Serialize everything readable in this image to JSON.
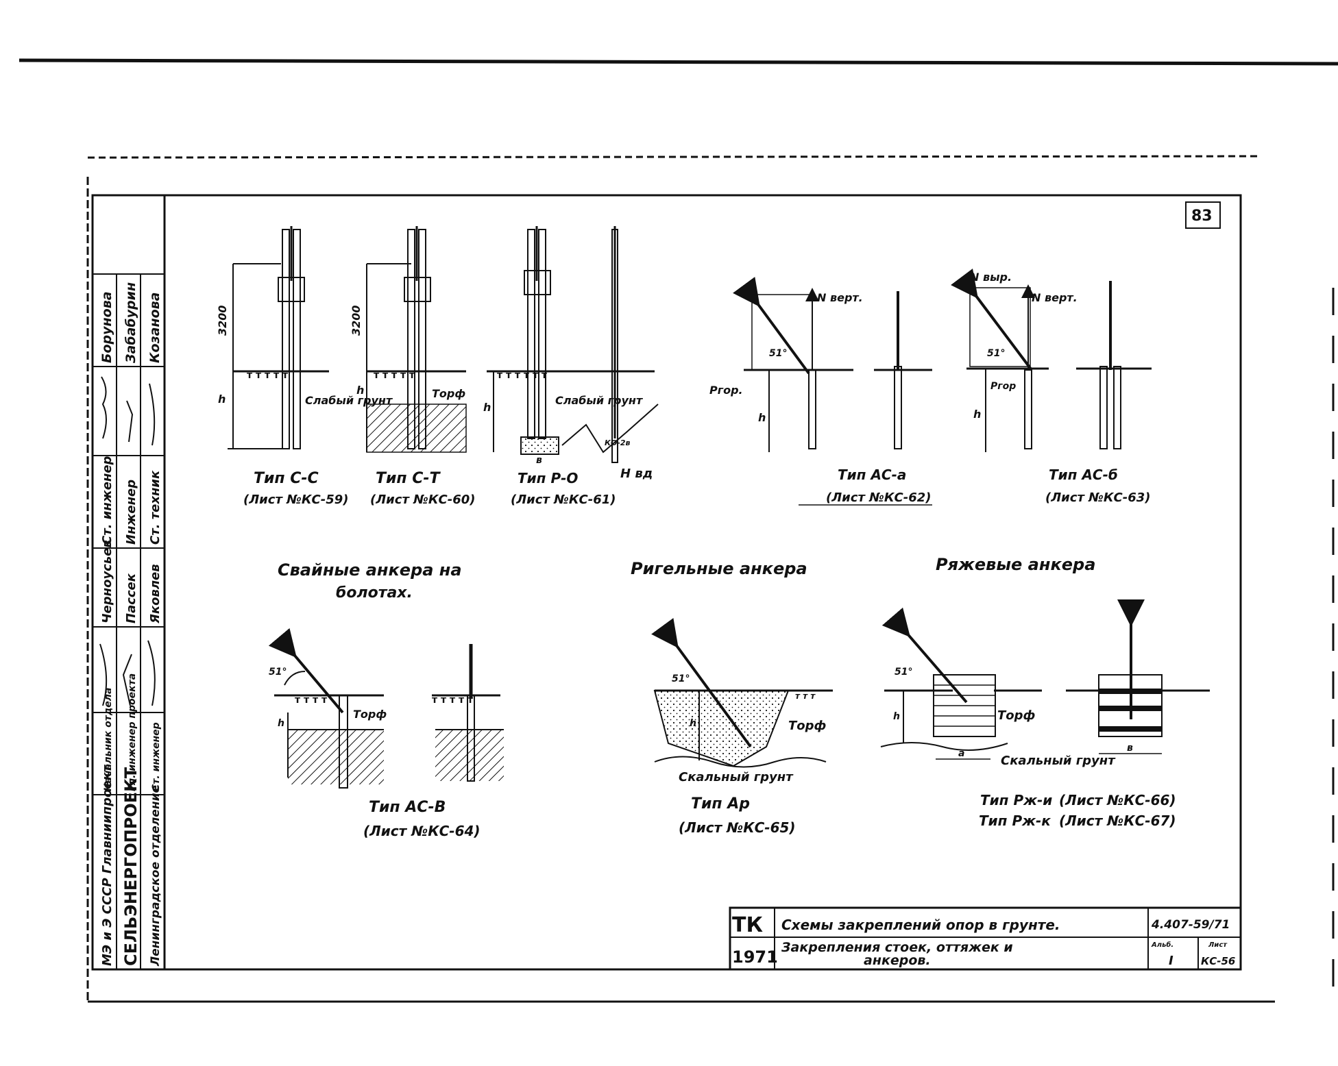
{
  "page_number": "83",
  "side_stamp": {
    "org": "МЭ и Э СССР Главниипроект",
    "institute": "СЕЛЬЭНЕРГОПРОЕКТ",
    "department": "Ленинградское отделение",
    "titles": [
      "Начальник отдела",
      "Гл. инженер проекта",
      "Ст. инженер"
    ],
    "names_top": [
      "Черноусьев",
      "Пассек",
      "Яковлев"
    ],
    "titles_bottom": [
      "Ст. инженер",
      "Инженер",
      "Ст. техник"
    ],
    "names_bottom": [
      "Борунова",
      "Забабурин",
      "Козанова"
    ]
  },
  "figures": {
    "ss": {
      "label": "Тип С-С",
      "ref": "(Лист №КС-59)",
      "dim": "3200",
      "h": "h",
      "soil": "Слабый грунт"
    },
    "st": {
      "label": "Тип С-Т",
      "ref": "(Лист №КС-60)",
      "dim": "3200",
      "h": "h",
      "soil": "Торф"
    },
    "ro": {
      "label": "Тип Р-О",
      "ref": "(Лист №КС-61)",
      "h": "h",
      "soil": "Слабый грунт",
      "b": "в",
      "n": "Н вд",
      "tag": "КО-2в"
    },
    "aca": {
      "label": "Тип АС-а",
      "ref": "(Лист №КС-62)",
      "force": "N верт.",
      "angle": "51°",
      "pgor": "Ргор.",
      "h": "h"
    },
    "acb": {
      "label": "Тип АС-б",
      "ref": "(Лист №КС-63)",
      "force1": "N выр.",
      "force2": "N верт.",
      "angle": "51°",
      "pgor": "Ргор",
      "h": "h"
    },
    "acv": {
      "label": "Тип АС-В",
      "ref": "(Лист №КС-64)",
      "angle": "51°",
      "soil": "Торф",
      "h": "h"
    },
    "ar": {
      "label": "Тип Ар",
      "ref": "(Лист №КС-65)",
      "angle": "51°",
      "soil": "Торф",
      "rock": "Скальный грунт",
      "h": "h"
    },
    "rzh": {
      "label1": "Тип Рж-и",
      "ref1": "(Лист №КС-66)",
      "label2": "Тип Рж-к",
      "ref2": "(Лист №КС-67)",
      "angle": "51°",
      "soil": "Торф",
      "rock": "Скальный грунт",
      "a": "а",
      "b": "в",
      "h": "h"
    }
  },
  "section_titles": {
    "pile": "Свайные анкера на",
    "pile2": "болотах.",
    "rigel": "Ригельные анкера",
    "frame": "Ряжевые анкера"
  },
  "title_block": {
    "org": "ТК",
    "year": "1971",
    "title1": "Схемы закреплений опор в грунте.",
    "title2": "Закрепления стоек, оттяжек и",
    "title3": "анкеров.",
    "code": "4.407-59/71",
    "album_label": "Альб.",
    "album": "I",
    "sheet_label": "Лист",
    "sheet": "КС-56"
  }
}
